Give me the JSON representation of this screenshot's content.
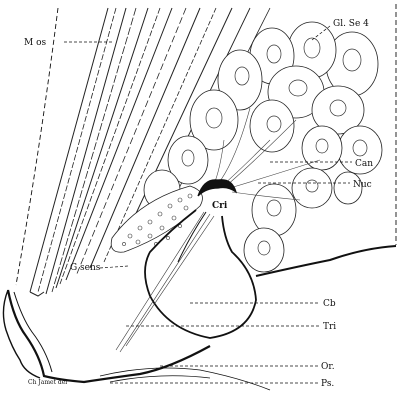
{
  "figure": {
    "labels": {
      "muscle": "M os",
      "gland": "Gl. Se 4",
      "canal": "Can",
      "nucleus": "Nuc",
      "cribrum": "Cri",
      "sensory_ganglion": "G sens",
      "cb": "Cb",
      "tri": "Tri",
      "or": "Or.",
      "ps": "Ps.",
      "artist_credit": "Ch Jamet del"
    }
  }
}
